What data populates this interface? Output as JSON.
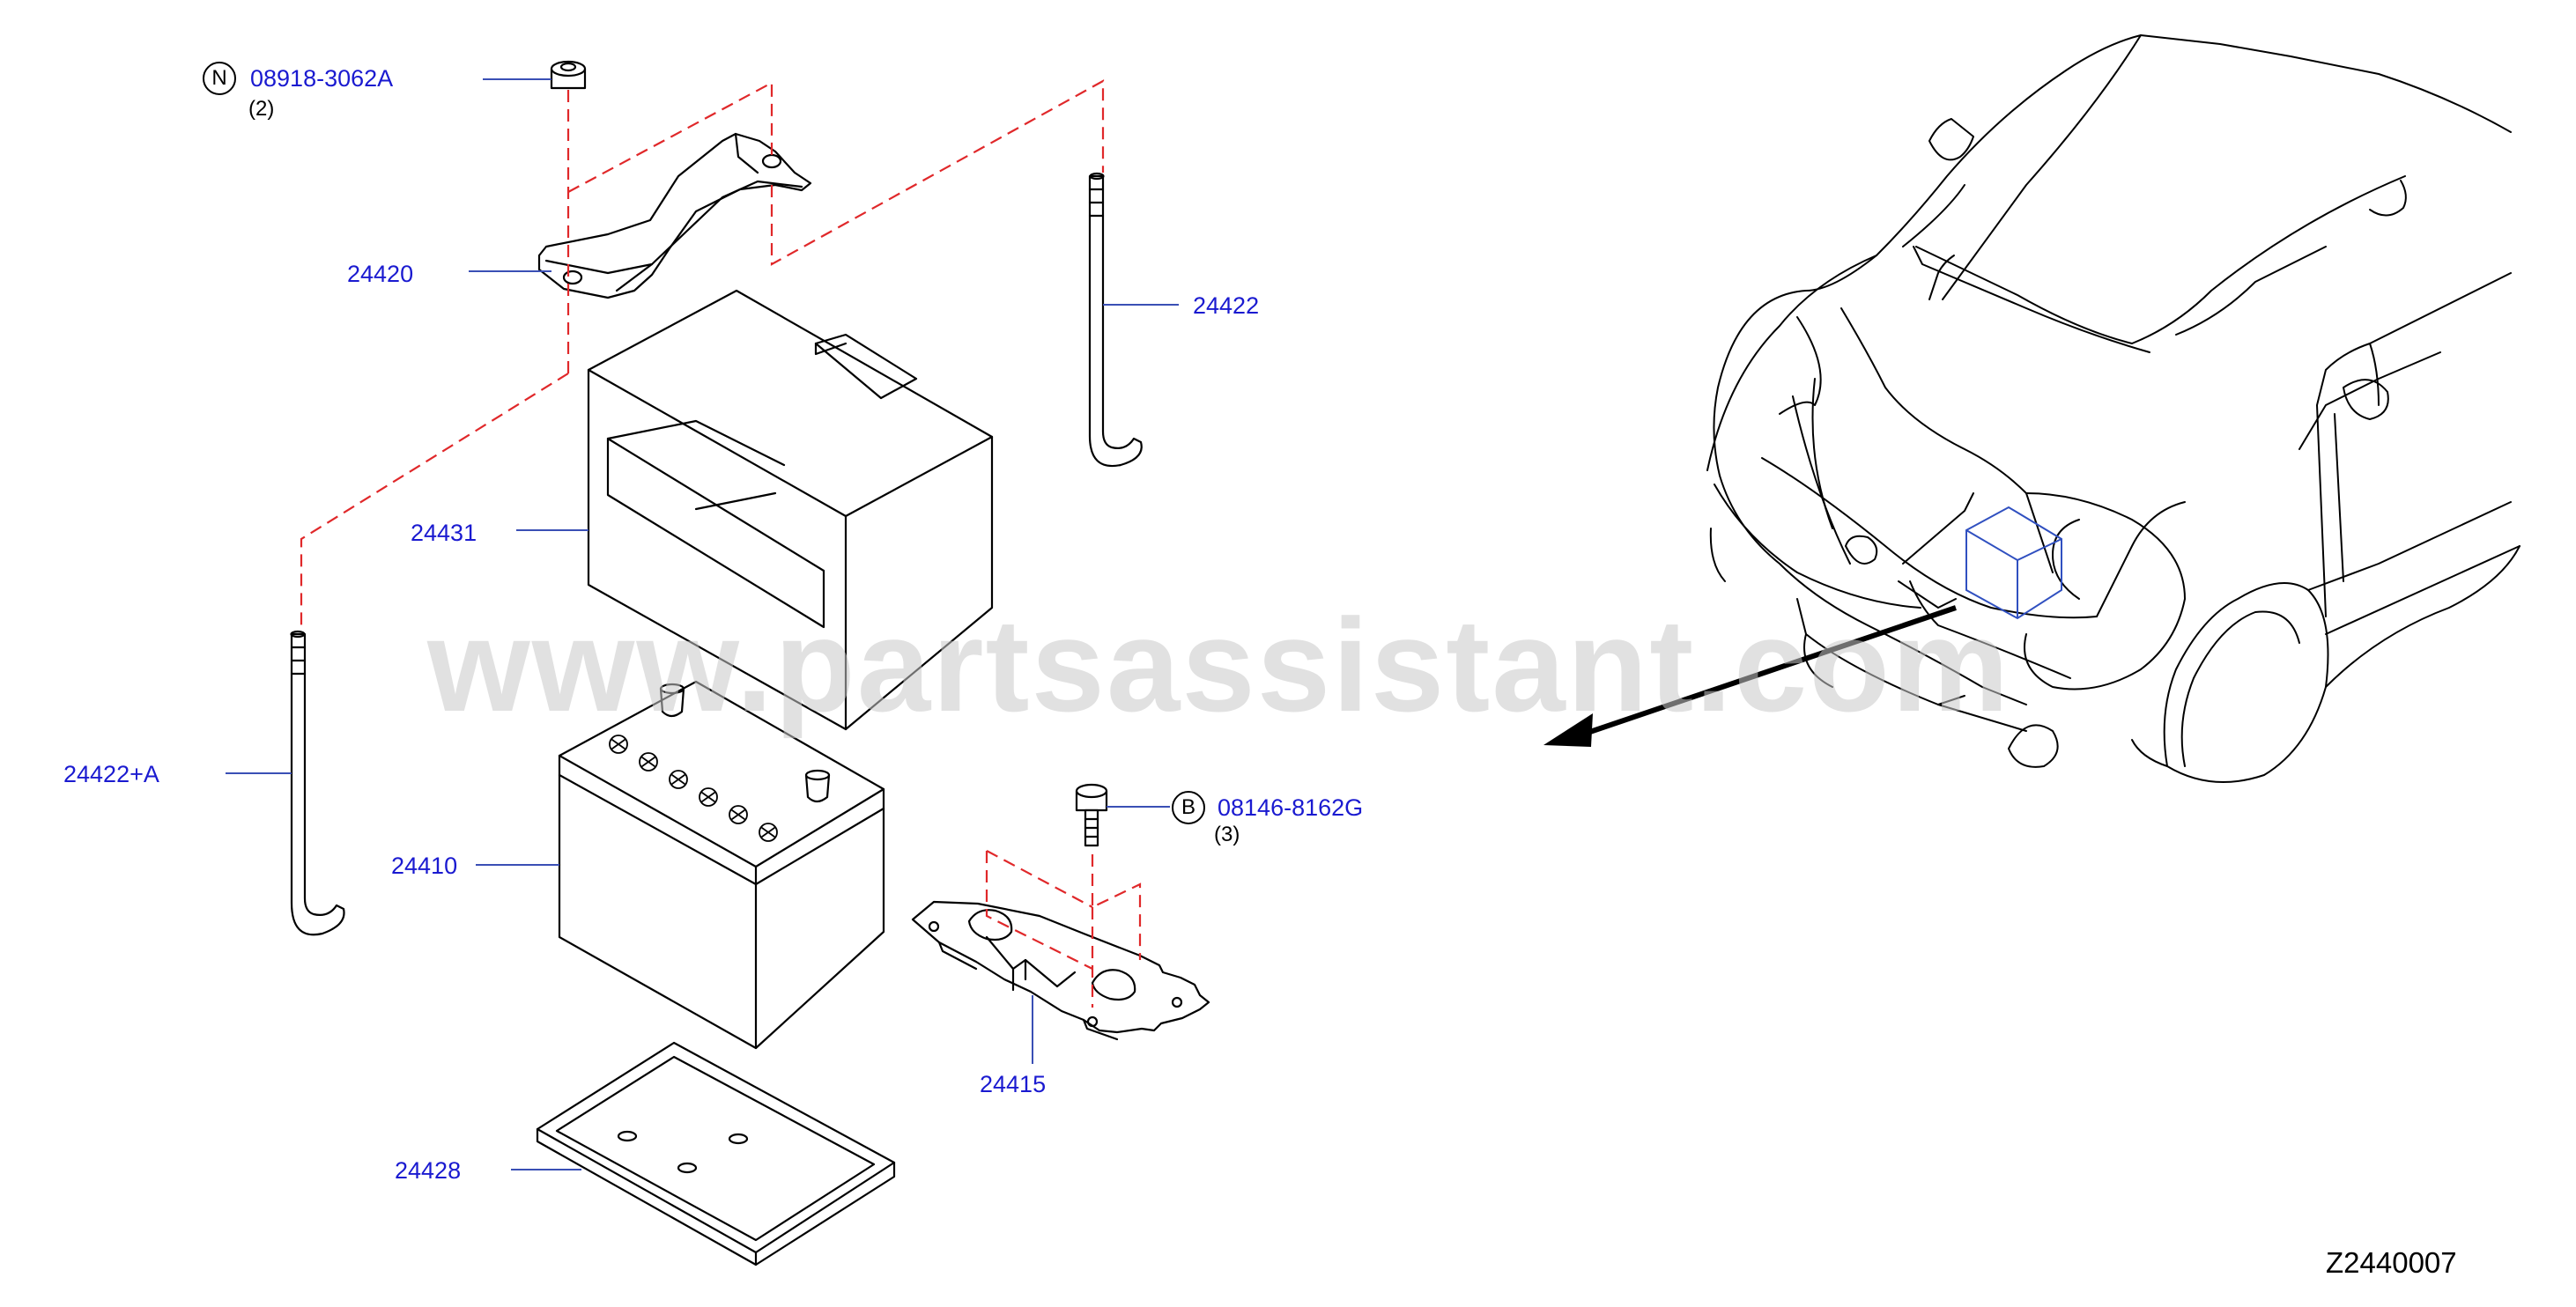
{
  "parts": {
    "p08918": {
      "number": "08918-3062A",
      "badge": "N",
      "qty": "(2)"
    },
    "p08146": {
      "number": "08146-8162G",
      "badge": "B",
      "qty": "(3)"
    },
    "p24420": {
      "number": "24420"
    },
    "p24422": {
      "number": "24422"
    },
    "p24431": {
      "number": "24431"
    },
    "p24422A": {
      "number": "24422+A"
    },
    "p24410": {
      "number": "24410"
    },
    "p24415": {
      "number": "24415"
    },
    "p24428": {
      "number": "24428"
    }
  },
  "watermark": "www.partsassistant.com",
  "diagram_code": "Z2440007",
  "colors": {
    "part_number": "#1a1ad0",
    "leader": "#3a4fb5",
    "dashed": "#e0282a",
    "highlight_box": "#3050c0",
    "line_art": "#000000"
  }
}
